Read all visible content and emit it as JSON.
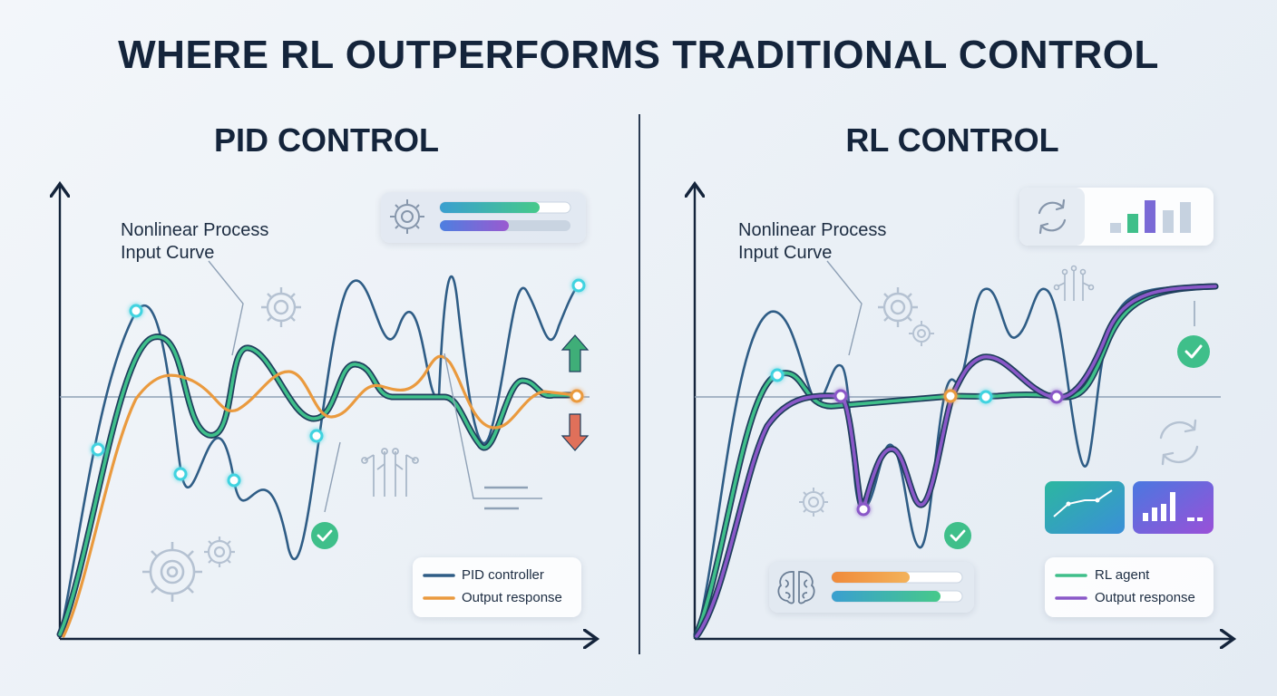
{
  "title": "WHERE RL OUTPERFORMS TRADITIONAL CONTROL",
  "panels": {
    "left": {
      "title": "PID CONTROL",
      "annotation_line1": "Nonlinear Process",
      "annotation_line2": "Input Curve",
      "legend": [
        {
          "label": "PID controller",
          "color": "#2f5d86"
        },
        {
          "label": "Output response",
          "color": "#ea9a3e"
        }
      ]
    },
    "right": {
      "title": "RL CONTROL",
      "annotation_line1": "Nonlinear Process",
      "annotation_line2": "Input Curve",
      "legend": [
        {
          "label": "RL agent",
          "color": "#3fbf8a"
        },
        {
          "label": "Output response",
          "color": "#8a58c8"
        }
      ]
    }
  },
  "colors": {
    "process_line": "#2f5d86",
    "pid_green": "#3fbf8a",
    "pid_orange": "#ea9a3e",
    "rl_purple": "#8a58c8",
    "marker_cyan": "#3fd3e0",
    "check_green": "#3fbf8a",
    "arrow_up": "#3fae78",
    "arrow_down": "#e0705a"
  },
  "icons": {
    "left": [
      "gear-icon",
      "circuit-icon",
      "check-icon",
      "arrow-up-icon",
      "arrow-down-icon",
      "status-bars"
    ],
    "right": [
      "refresh-icon",
      "bar-chart-icon",
      "circuit-icon",
      "gear-icon",
      "check-icon",
      "brain-icon",
      "line-chart-icon"
    ]
  }
}
